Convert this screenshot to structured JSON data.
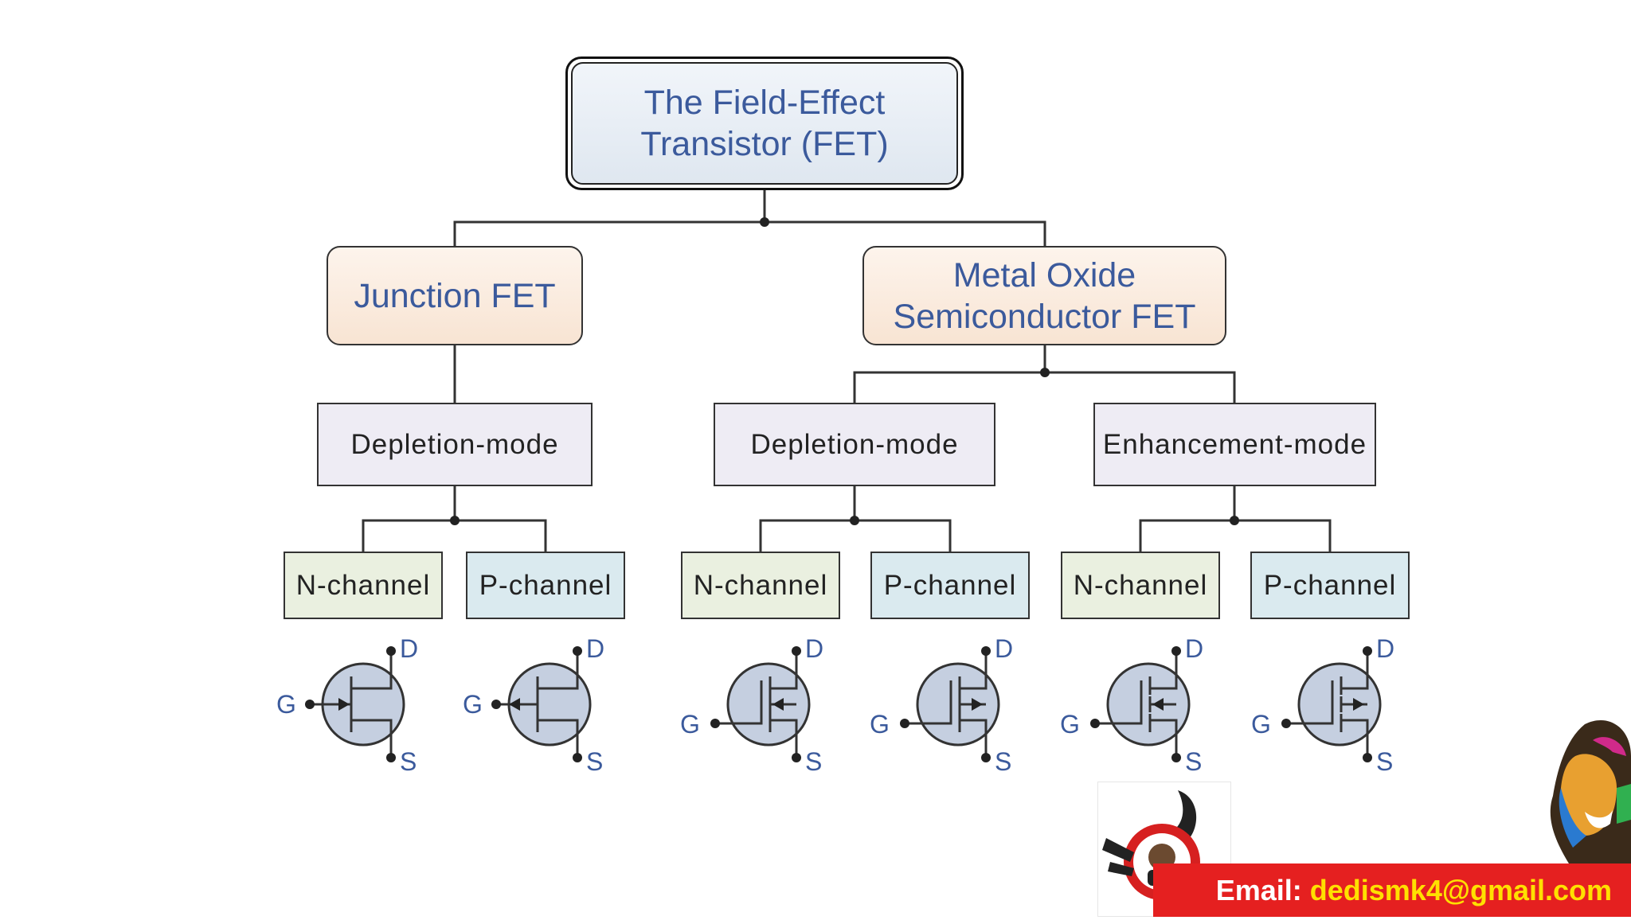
{
  "diagram": {
    "root": "The Field-Effect\nTransistor (FET)",
    "jfet": {
      "label": "Junction FET",
      "mode": "Depletion-mode",
      "channels": [
        "N-channel",
        "P-channel"
      ]
    },
    "mosfet": {
      "label": "Metal Oxide\nSemiconductor FET",
      "depletion": {
        "label": "Depletion-mode",
        "channels": [
          "N-channel",
          "P-channel"
        ]
      },
      "enhancement": {
        "label": "Enhancement-mode",
        "channels": [
          "N-channel",
          "P-channel"
        ]
      }
    },
    "terminals": {
      "gate": "G",
      "drain": "D",
      "source": "S"
    },
    "colors": {
      "title_text": "#3b5a9c",
      "terminal_text": "#3b5a9c",
      "symbol_fill": "#c5cfe0",
      "level1_fill": "#f8e4d3",
      "mode_fill": "#eeecf4",
      "n_channel_fill": "#eaf0e0",
      "p_channel_fill": "#daeaef"
    }
  },
  "footer": {
    "email_label": "Email:",
    "email_address": "dedismk4@gmail.com",
    "bar_color": "#e52020",
    "address_color": "#ffe000"
  }
}
